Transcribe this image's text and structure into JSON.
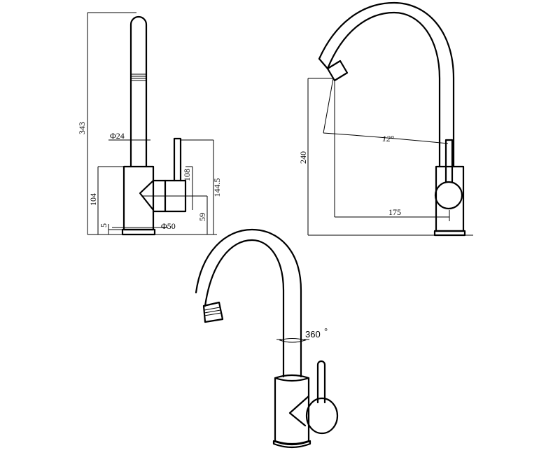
{
  "side_view": {
    "height_total": "343",
    "spout_diameter": "Φ24",
    "lever_height": "108",
    "overall_body": "144.5",
    "body_height": "104",
    "lever_axis_height": "59",
    "base_thickness": "5",
    "base_diameter": "Φ50"
  },
  "front_view": {
    "spout_height": "240",
    "spout_tilt": "12°",
    "spout_reach": "175"
  },
  "perspective_view": {
    "swivel_angle": "360",
    "degree_mark": "°"
  }
}
